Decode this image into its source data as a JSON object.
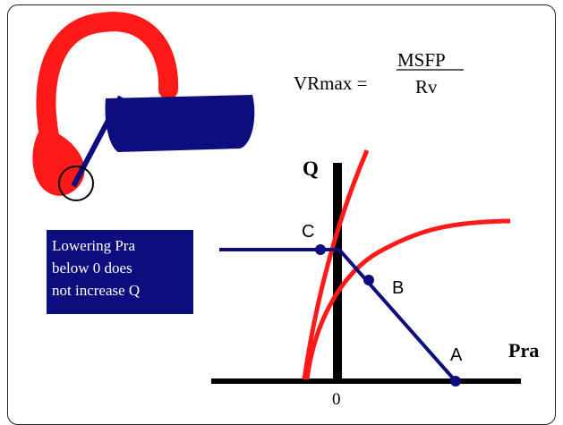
{
  "formula": {
    "lhs": "VRmax =",
    "numerator": "MSFP",
    "denominator": "Rv"
  },
  "note": {
    "lines": [
      "Lowering Pra",
      "below 0 does",
      "not increase Q"
    ]
  },
  "graph": {
    "y_axis_label": "Q",
    "x_axis_label": "Pra",
    "origin_label": "0",
    "points": [
      {
        "id": "C",
        "label": "C"
      },
      {
        "id": "B",
        "label": "B"
      },
      {
        "id": "A",
        "label": "A"
      }
    ]
  },
  "colors": {
    "curve_red": "#ff1a1a",
    "navy": "#0d0d7d",
    "axis": "#000000",
    "background": "#ffffff"
  }
}
